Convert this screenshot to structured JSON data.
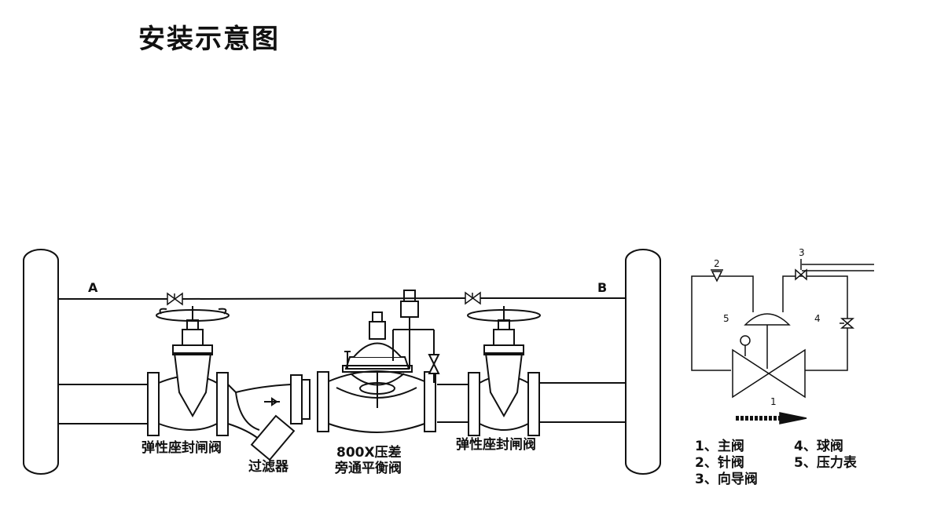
{
  "title": "安装示意图",
  "point_a": "A",
  "point_b": "B",
  "labels": {
    "gate_valve_left": "弹性座封闸阀",
    "filter": "过滤器",
    "main_valve_line1": "800X压差",
    "main_valve_line2": "旁通平衡阀",
    "gate_valve_right": "弹性座封闸阀"
  },
  "schematic": {
    "num_1": "1",
    "num_2": "2",
    "num_3": "3",
    "num_4": "4",
    "num_5": "5"
  },
  "legend": {
    "item1": "1、主阀",
    "item2": "2、针阀",
    "item3": "3、向导阀",
    "item4": "4、球阀",
    "item5": "5、压力表"
  },
  "colors": {
    "line": "#111111",
    "background": "#ffffff"
  }
}
